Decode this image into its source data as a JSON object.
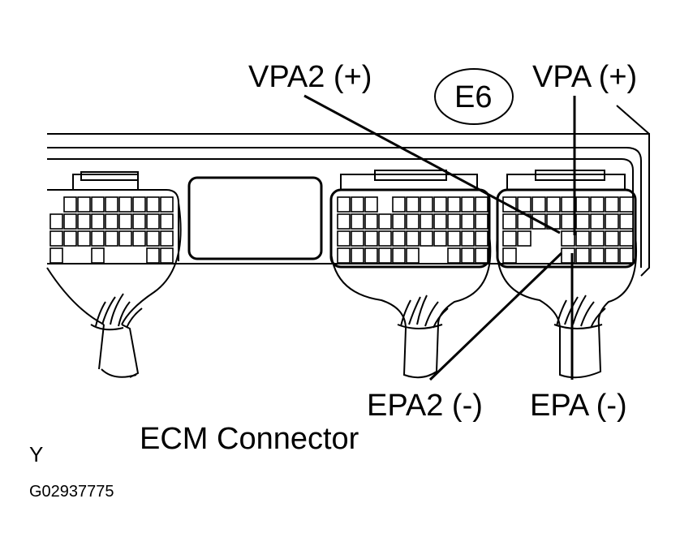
{
  "labels": {
    "vpa2": "VPA2 (+)",
    "vpa": "VPA (+)",
    "connector_id": "E6",
    "epa2": "EPA2  (-)",
    "epa": "EPA  (-)",
    "caption": "ECM Connector",
    "side_mark": "Y",
    "figure_code": "G02937775"
  }
}
